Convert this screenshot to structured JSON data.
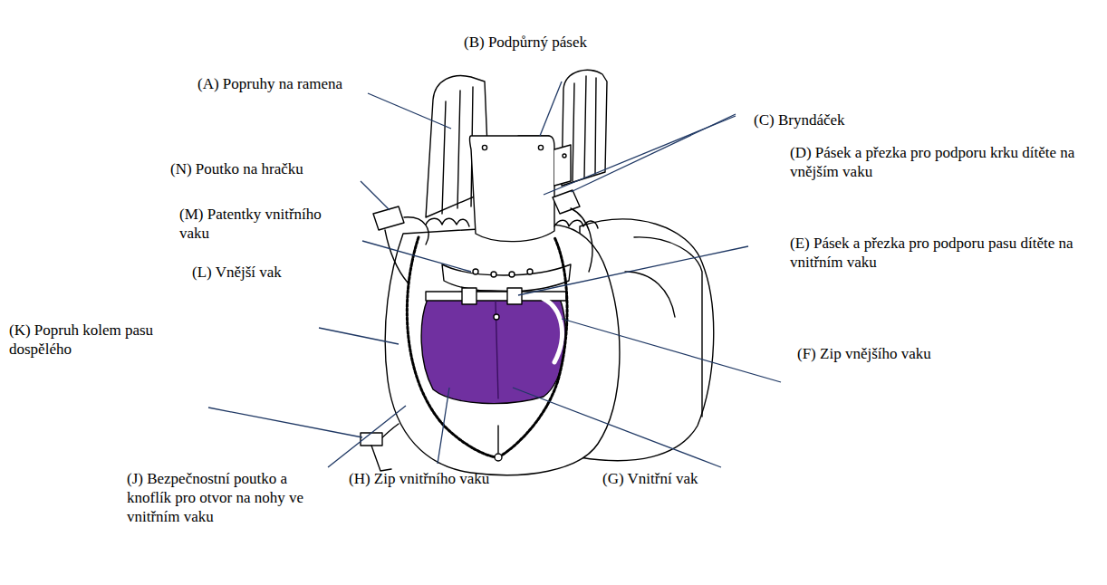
{
  "diagram": {
    "labels": [
      "(B) Podpůrný pásek",
      "(A) Popruhy na ramena",
      "(C) Bryndáček",
      "(N) Poutko na hračku",
      "(D) Pásek a přezka pro podporu krku dítěte na vnějším vaku",
      "(M) Patentky vnitřního vaku",
      "(L) Vnější vak",
      "(E) Pásek a přezka pro podporu pasu dítěte na vnitřním vaku",
      "(K) Popruh kolem pasu dospělého",
      "(F) Zip vnějšího vaku",
      "(J) Bezpečnostní poutko a knoflík pro otvor na nohy ve vnitřním vaku",
      "(H) Zip vnitřního vaku",
      "(G) Vnitřní vak"
    ]
  }
}
